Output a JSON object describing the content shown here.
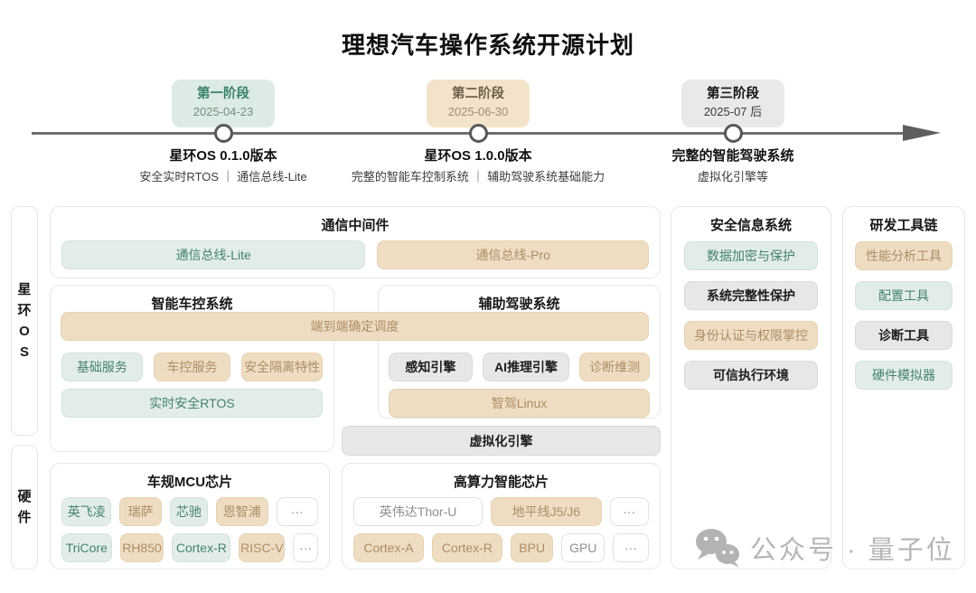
{
  "title": "理想汽车操作系统开源计划",
  "timeline": {
    "phases": [
      {
        "name": "第一阶段",
        "date": "2025-04-23",
        "heading": "星环OS 0.1.0版本",
        "detail": "安全实时RTOS ｜ 通信总线-Lite"
      },
      {
        "name": "第二阶段",
        "date": "2025-06-30",
        "heading": "星环OS 1.0.0版本",
        "detail": "完整的智能车控制系统 ｜ 辅助驾驶系统基础能力"
      },
      {
        "name": "第三阶段",
        "date": "2025-07 后",
        "heading": "完整的智能驾驶系统",
        "detail": "虚拟化引擎等"
      }
    ]
  },
  "diagram": {
    "rails": {
      "os": "星\n环\nO\nS",
      "hardware": "硬\n件"
    },
    "comm": {
      "title": "通信中间件",
      "chips": [
        "通信总线-Lite",
        "通信总线-Pro"
      ]
    },
    "vehicle_control": {
      "title": "智能车控系统",
      "chips": [
        "基础服务",
        "车控服务",
        "安全隔离特性"
      ],
      "bar": "实时安全RTOS"
    },
    "adas": {
      "title": "辅助驾驶系统",
      "chips": [
        "感知引擎",
        "AI推理引擎",
        "诊断维测"
      ],
      "bar": "智驾Linux"
    },
    "e2e_bar": "端到端确定调度",
    "virtualization_bar": "虚拟化引擎",
    "security": {
      "title": "安全信息系统",
      "items": [
        "数据加密与保护",
        "系统完整性保护",
        "身份认证与权限掌控",
        "可信执行环境"
      ]
    },
    "toolchain": {
      "title": "研发工具链",
      "items": [
        "性能分析工具",
        "配置工具",
        "诊断工具",
        "硬件模拟器"
      ]
    },
    "mcu": {
      "title": "车规MCU芯片",
      "row1": [
        "英飞凌",
        "瑞萨",
        "芯驰",
        "恩智浦",
        "···"
      ],
      "row2": [
        "TriCore",
        "RH850",
        "Cortex-R",
        "RISC-V",
        "···"
      ]
    },
    "soc": {
      "title": "高算力智能芯片",
      "row1": [
        "英伟达Thor-U",
        "地平线J5/J6",
        "···"
      ],
      "row2": [
        "Cortex-A",
        "Cortex-R",
        "BPU",
        "GPU",
        "···"
      ]
    }
  },
  "watermark": {
    "text": "公众号 · 量子位",
    "icon": "wechat-icon"
  },
  "colors": {
    "chip_green_bg": "#e3ede8",
    "chip_green_text": "#44836a",
    "chip_tan_bg": "#eeddc2",
    "chip_tan_text": "#ac8e64",
    "chip_gray_bg": "#e7e7e7",
    "chip_gray_text": "#1d1d1d",
    "chip_white_border": "#e1e1e1",
    "badge_green_bg": "#dcebe4",
    "badge_tan_bg": "#f2e3ca",
    "badge_gray_bg": "#e9e9e9",
    "timeline_line": "#6e6e6e",
    "watermark_gray": "#b5b5b5"
  }
}
